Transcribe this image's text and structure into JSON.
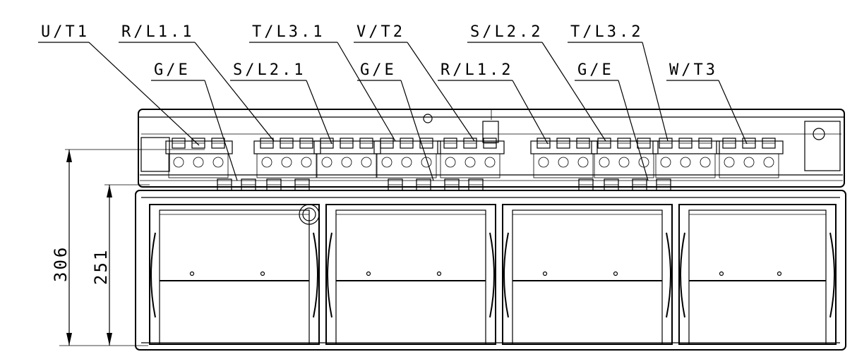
{
  "labels": {
    "u_t1": "U/T1",
    "r_l1_1": "R/L1.1",
    "t_l3_1": "T/L3.1",
    "v_t2": "V/T2",
    "s_l2_2": "S/L2.2",
    "t_l3_2": "T/L3.2",
    "g_e_1": "G/E",
    "s_l2_1": "S/L2.1",
    "g_e_2": "G/E",
    "r_l1_2": "R/L1.2",
    "g_e_3": "G/E",
    "w_t3": "W/T3"
  },
  "dimensions": {
    "overall_height": "306",
    "module_height": "251"
  }
}
